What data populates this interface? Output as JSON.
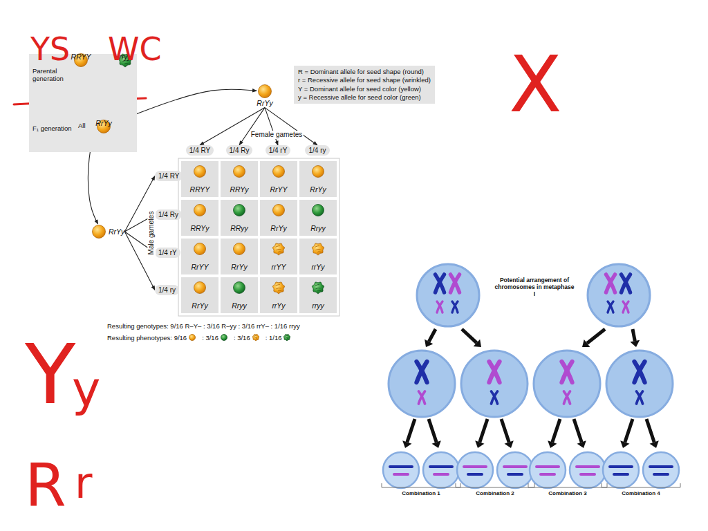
{
  "diagram": {
    "nodes": [
      {
        "text": [
          "Parental generation",
          "F₁ generation"
        ]
      },
      {
        "text": [
          "RRYY"
        ],
        "in": 0
      },
      {
        "text": [
          "rryy"
        ],
        "in": 0
      },
      {
        "text": [
          "All",
          "RrYy"
        ],
        "in": 0
      },
      {
        "text": [
          "RrYy"
        ]
      },
      {
        "text": [
          "R = Dominant allele for seed shape (round)",
          "r = Recessive allele for seed shape (wrinkled)",
          "Y = Dominant allele for seed color (yellow)",
          "y = Recessive allele for seed color (green)"
        ]
      },
      {
        "text": [
          "1/4 RY"
        ]
      },
      {
        "text": [
          "1/4 Ry"
        ]
      },
      {
        "text": [
          "1/4 rY"
        ]
      },
      {
        "text": [
          "1/4 ry"
        ]
      },
      {
        "text": [
          "RrYy"
        ]
      },
      {
        "text": [
          "1/4 RY"
        ]
      },
      {
        "text": [
          "1/4 Ry"
        ]
      },
      {
        "text": [
          "1/4 rY"
        ]
      },
      {
        "text": [
          "1/4 ry"
        ]
      },
      {
        "text": [
          "RRYY"
        ]
      },
      {
        "text": [
          "RRYy"
        ]
      },
      {
        "text": [
          "RrYY"
        ]
      },
      {
        "text": [
          "RrYy"
        ]
      },
      {
        "text": [
          "RRYy"
        ]
      },
      {
        "text": [
          "RRyy"
        ]
      },
      {
        "text": [
          "RrYy"
        ]
      },
      {
        "text": [
          "Rryy"
        ]
      },
      {
        "text": [
          "RrYY"
        ]
      },
      {
        "text": [
          "RrYy"
        ]
      },
      {
        "text": [
          "rrYY"
        ]
      },
      {
        "text": [
          "rrYy"
        ]
      },
      {
        "text": [
          "RrYy"
        ]
      },
      {
        "text": [
          "Rryy"
        ]
      },
      {
        "text": [
          "rrYy"
        ]
      },
      {
        "text": [
          "rryy"
        ]
      }
    ],
    "edges": [
      {
        "from": 1,
        "to": 3,
        "arrow": "to"
      },
      {
        "from": 2,
        "to": 3,
        "arrow": "to"
      },
      {
        "from": 3,
        "to": 4,
        "arrow": "to"
      },
      {
        "from": 3,
        "to": 10,
        "arrow": "to"
      },
      {
        "from": 4,
        "to": 6,
        "arrow": "to"
      },
      {
        "from": 4,
        "to": 7,
        "arrow": "to"
      },
      {
        "from": 4,
        "to": 8,
        "arrow": "to"
      },
      {
        "from": 4,
        "to": 9,
        "arrow": "to"
      },
      {
        "from": 10,
        "to": 11,
        "arrow": "to"
      },
      {
        "from": 10,
        "to": 12,
        "arrow": "to"
      },
      {
        "from": 10,
        "to": 13,
        "arrow": "to"
      },
      {
        "from": 10,
        "to": 14,
        "arrow": "to"
      }
    ],
    "labels": [
      "YS",
      "WC",
      "X",
      "Female gametes",
      "Male gametes",
      "Resulting genotypes: 9/16 R–Y– : 3/16 R–yy : 3/16 rrY– : 1/16 rryy",
      "Resulting phenotypes: 9/16",
      ": 3/16",
      ": 3/16",
      ": 1/16",
      "Potential arrangement of chromosomes in metaphase I",
      "Y",
      "y",
      "R",
      "r",
      "Combination 1",
      "Combination 2",
      "Combination 3",
      "Combination 4"
    ]
  }
}
